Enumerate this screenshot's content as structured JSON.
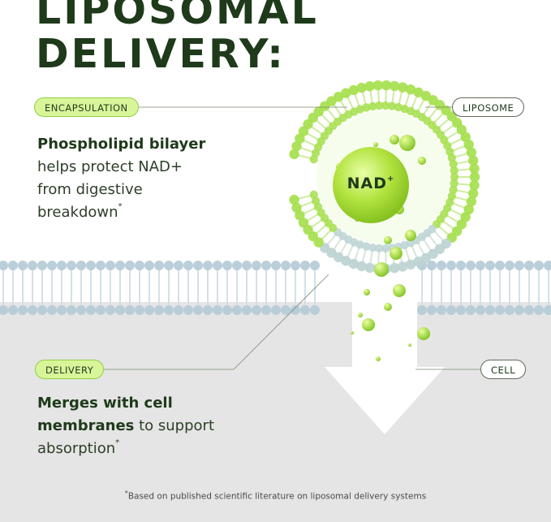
{
  "title": {
    "line1": "LIPOSOMAL",
    "line2": "DELIVERY:"
  },
  "labels": {
    "encapsulation": "ENCAPSULATION",
    "liposome": "LIPOSOME",
    "delivery": "DELIVERY",
    "cell": "CELL",
    "nad": "NAD",
    "nad_superscript": "+"
  },
  "encapsulation_text": {
    "bold": "Phospholipid bilayer",
    "line2": "helps protect NAD+",
    "line3": "from digestive",
    "line4": "breakdown",
    "asterisk": "*"
  },
  "delivery_text": {
    "bold1": "Merges with cell",
    "bold2": "membranes",
    "rest": " to support",
    "line3": "absorption",
    "asterisk": "*"
  },
  "footnote": {
    "asterisk": "*",
    "text": "Based on published scientific literature on liposomal delivery systems"
  },
  "colors": {
    "heading": "#1e3a1a",
    "lime": "#8fd13d",
    "pill_fill": "#d9f59a",
    "membrane": "#b4cad6",
    "cell_background": "#e5e5e5",
    "arrow": "#ffffff"
  }
}
